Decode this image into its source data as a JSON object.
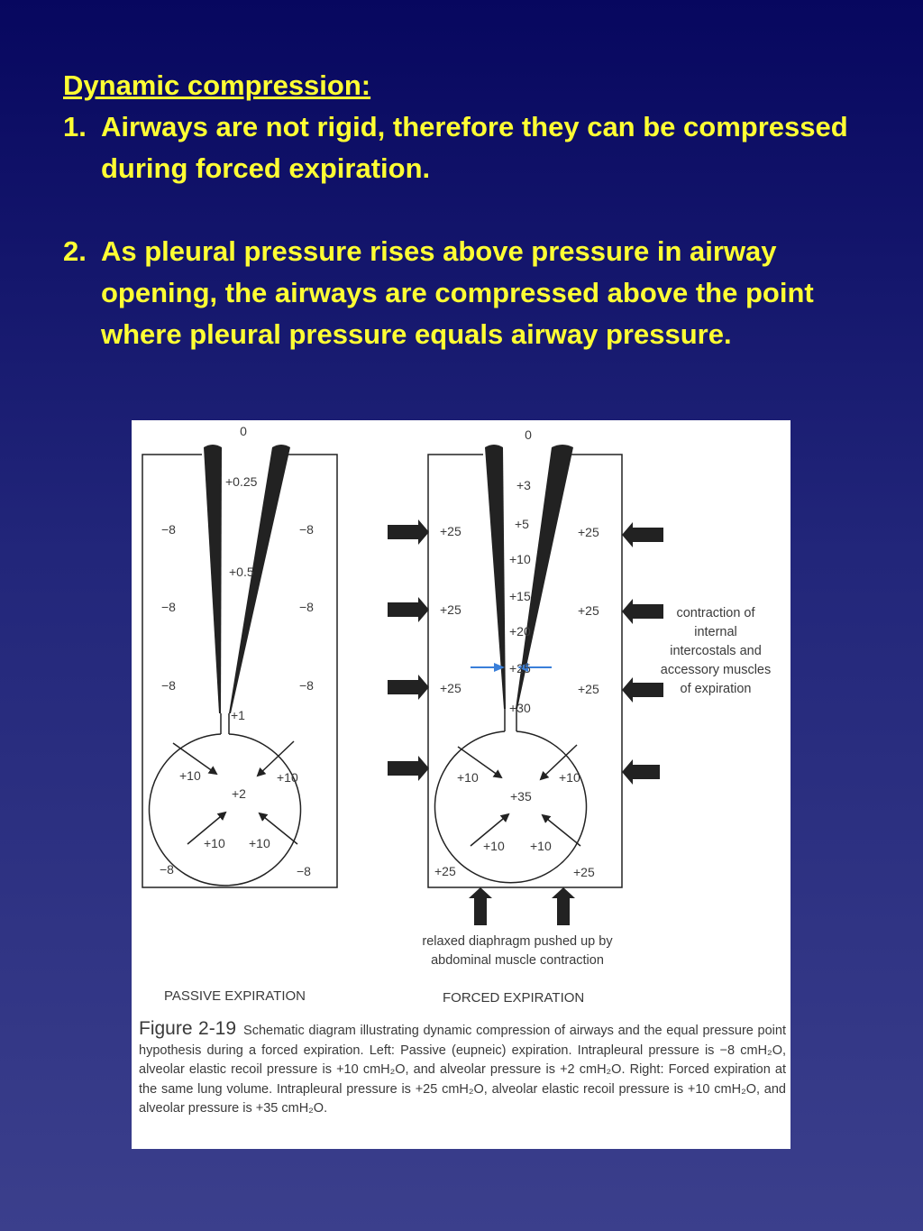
{
  "slide": {
    "heading": "Dynamic compression:",
    "points": [
      {
        "num": "1.",
        "text": "Airways are not rigid, therefore they can be compressed during forced expiration."
      },
      {
        "num": "2.",
        "text": "As pleural pressure rises above pressure in airway opening, the airways are compressed above the point where pleural pressure equals airway pressure."
      }
    ]
  },
  "figure": {
    "colors": {
      "line": "#222222",
      "blue_arrow": "#3a7fd9",
      "text": "#3a3a3a"
    },
    "passive": {
      "title": "PASSIVE EXPIRATION",
      "opening": "0",
      "airway": [
        "+0.25",
        "+0.5",
        "+1"
      ],
      "pleural_left": [
        "−8",
        "−8",
        "−8",
        "−8"
      ],
      "pleural_right": [
        "−8",
        "−8",
        "−8",
        "−8"
      ],
      "alveolar_recoil": [
        "+10",
        "+10",
        "+10",
        "+10"
      ],
      "alveolar": "+2"
    },
    "forced": {
      "title": "FORCED EXPIRATION",
      "opening": "0",
      "airway": [
        "+3",
        "+5",
        "+10",
        "+15",
        "+20",
        "+25",
        "+30"
      ],
      "pleural_left": [
        "+25",
        "+25",
        "+25",
        "+25"
      ],
      "pleural_right": [
        "+25",
        "+25",
        "+25",
        "+25"
      ],
      "alveolar_recoil": [
        "+10",
        "+10",
        "+10",
        "+10"
      ],
      "alveolar": "+35",
      "side_note": [
        "contraction of",
        "internal",
        "intercostals and",
        "accessory muscles",
        "of expiration"
      ],
      "bottom_note": [
        "relaxed diaphragm pushed up by",
        "abdominal muscle contraction"
      ]
    },
    "caption": {
      "number": "Figure 2-19",
      "text": "Schematic diagram illustrating dynamic compression of airways and the equal pressure point hypothesis during a forced expiration. Left: Passive (eupneic) expiration. Intrapleural pressure is −8 cmH₂O, alveolar elastic recoil pressure is +10 cmH₂O, and alveolar pressure is +2 cmH₂O. Right: Forced expiration at the same lung volume. Intrapleural pressure is +25 cmH₂O, alveolar elastic recoil pressure is +10 cmH₂O, and alveolar pressure is +35 cmH₂O."
    }
  }
}
